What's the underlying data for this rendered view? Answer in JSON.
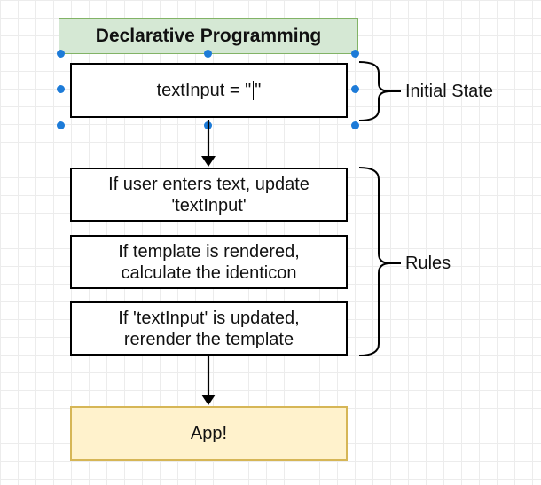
{
  "diagram": {
    "title": "Declarative Programming",
    "initial_state": {
      "code_prefix": "textInput = \"",
      "code_suffix": "\""
    },
    "rules": [
      {
        "line1": "If user enters text, update",
        "line2": "'textInput'"
      },
      {
        "line1": "If template is rendered,",
        "line2": "calculate the identicon"
      },
      {
        "line1": "If 'textInput' is updated,",
        "line2": "rerender the template"
      }
    ],
    "app_label": "App!",
    "brace_labels": {
      "initial_state": "Initial State",
      "rules": "Rules"
    }
  },
  "colors": {
    "title_fill": "#d5e8d4",
    "title_stroke": "#82b366",
    "app_fill": "#fff2cc",
    "app_stroke": "#d6b656",
    "selection_handle": "#1d7bd8"
  }
}
